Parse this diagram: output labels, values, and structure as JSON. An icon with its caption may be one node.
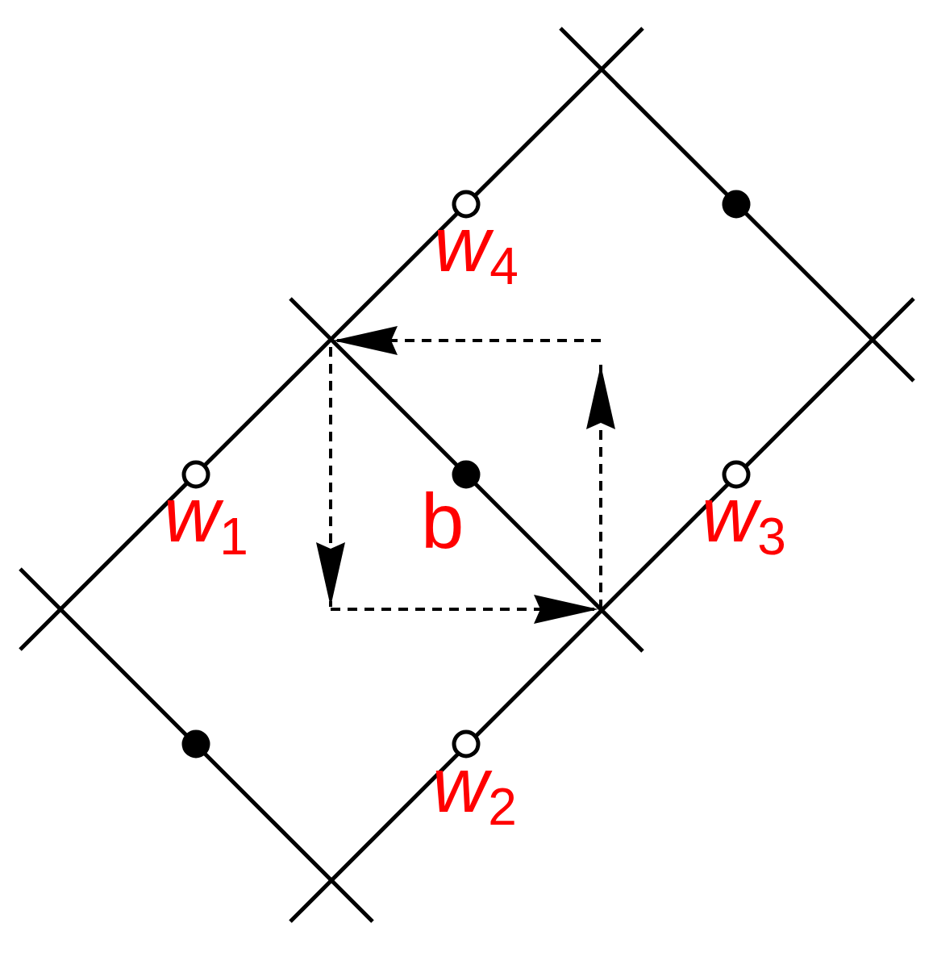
{
  "diagram": {
    "labels": [
      "*w*$_{4}$",
      "*w*$_{1}$",
      "b",
      "*w*$_{3}$",
      "*w*$_{2}$"
    ]
  }
}
